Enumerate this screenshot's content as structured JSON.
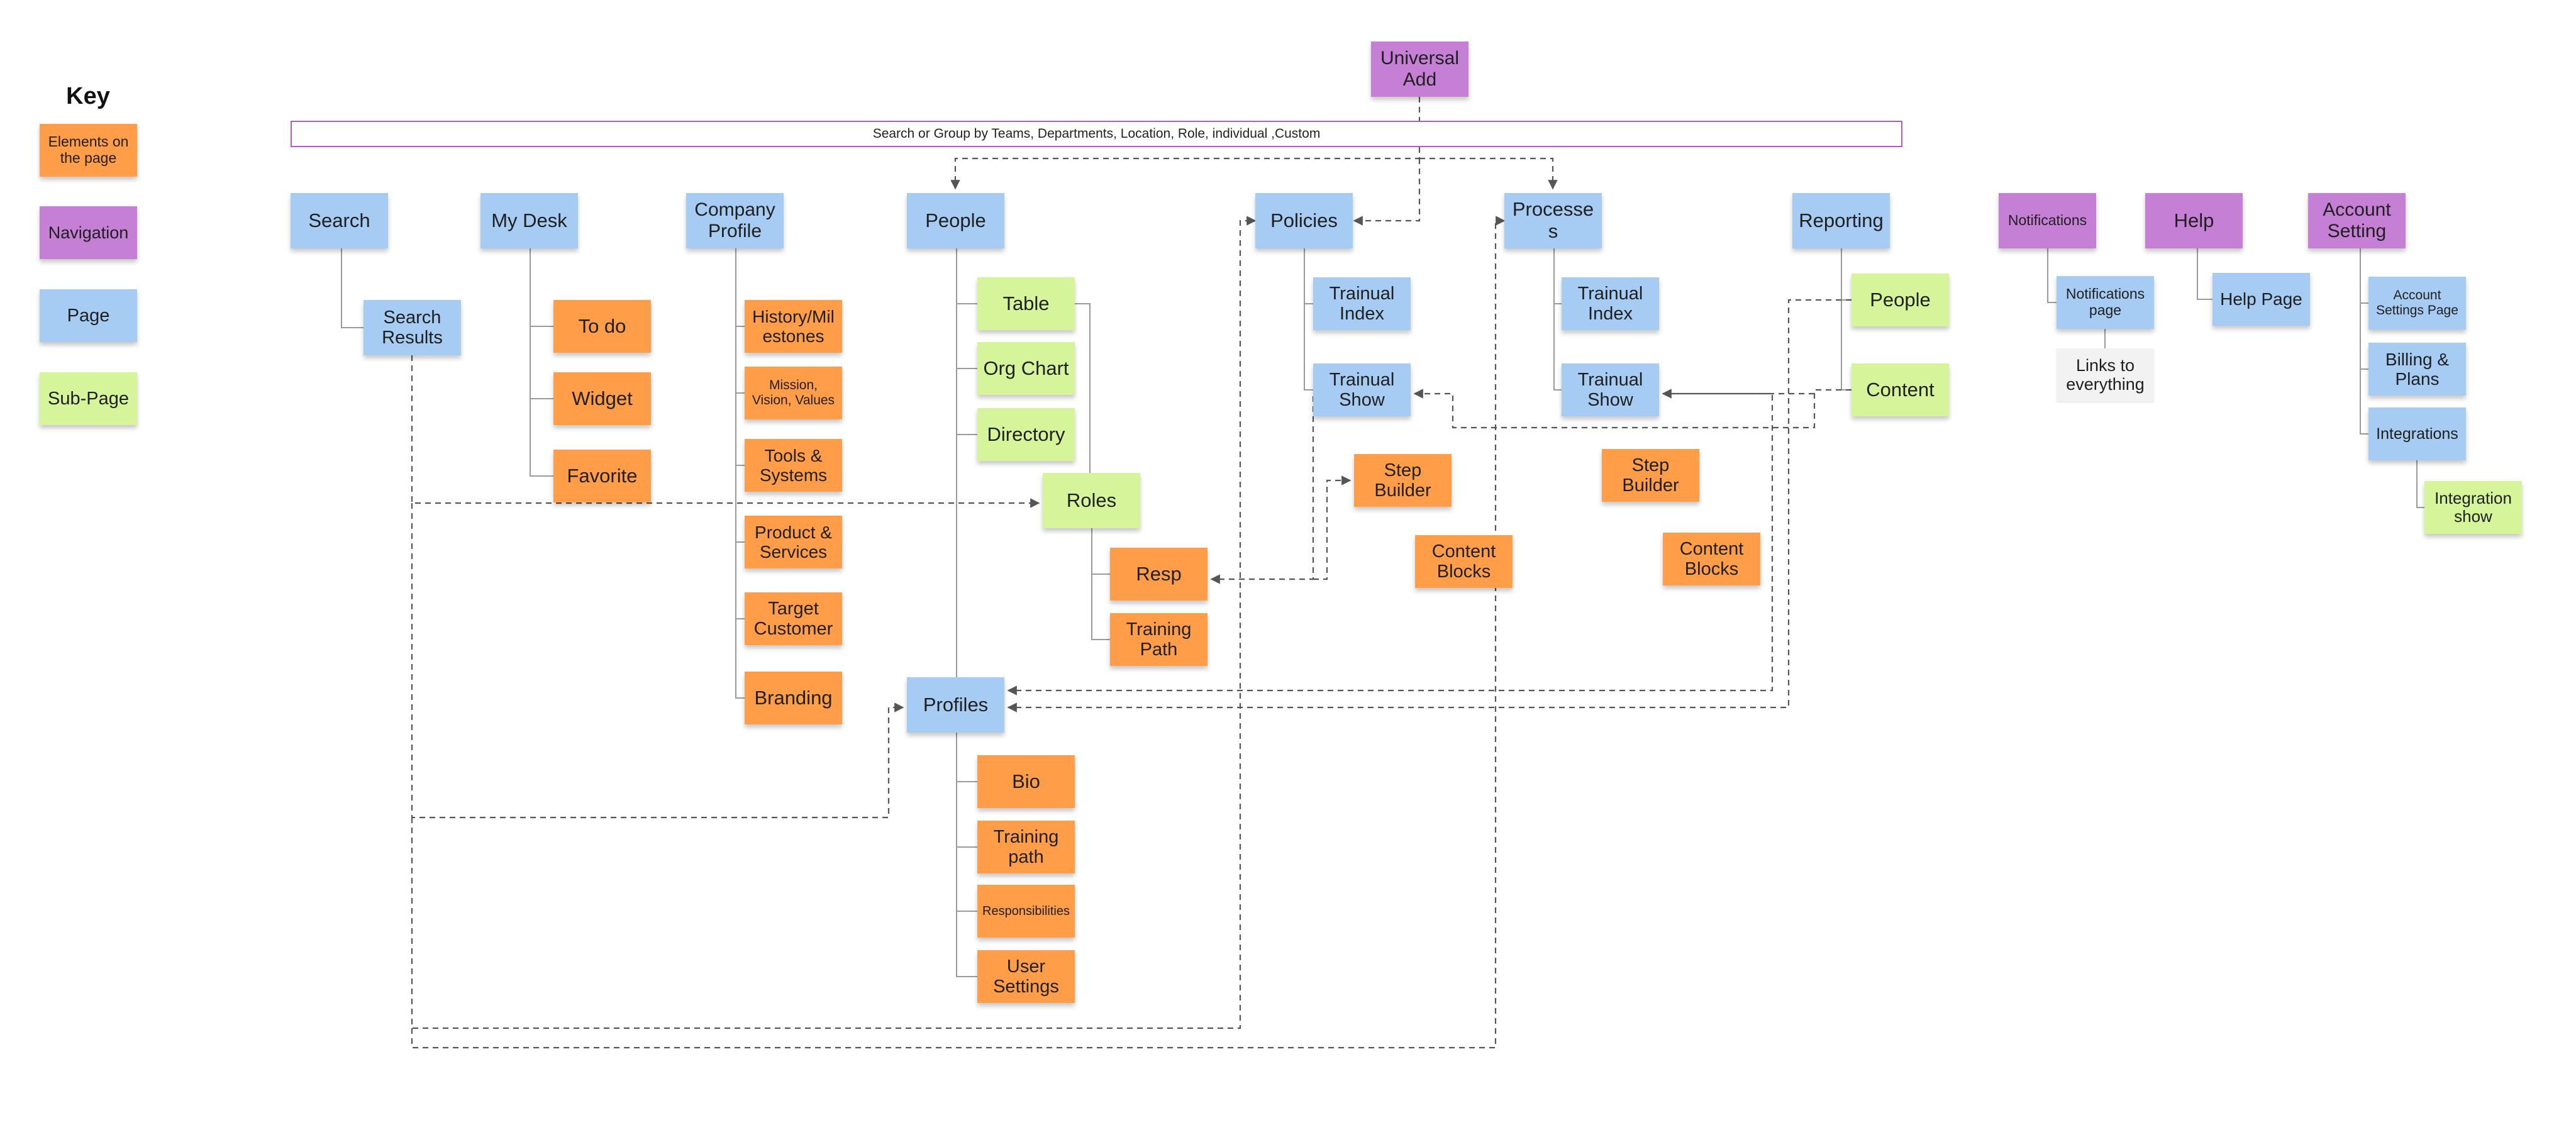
{
  "key": {
    "title": "Key",
    "items": [
      {
        "id": "key-elements",
        "label": "Elements on the page",
        "color": "#ff9d48"
      },
      {
        "id": "key-navigation",
        "label": "Navigation",
        "color": "#c57fd4"
      },
      {
        "id": "key-page",
        "label": "Page",
        "color": "#a6ccf3"
      },
      {
        "id": "key-subpage",
        "label": "Sub-Page",
        "color": "#d6f59a"
      }
    ]
  },
  "search_bar": {
    "label": "Search or Group by Teams, Departments, Location, Role, individual ,Custom"
  },
  "colors": {
    "element": "#ff9d48",
    "navigation": "#c57fd4",
    "page": "#a6ccf3",
    "subpage": "#d6f59a",
    "note": "#f2f2f2",
    "line": "#555555"
  },
  "nodes": [
    {
      "id": "universal-add",
      "label": "Universal Add",
      "type": "navigation"
    },
    {
      "id": "search",
      "label": "Search",
      "type": "page"
    },
    {
      "id": "search-results",
      "label": "Search Results",
      "type": "page"
    },
    {
      "id": "my-desk",
      "label": "My Desk",
      "type": "page"
    },
    {
      "id": "todo",
      "label": "To do",
      "type": "element"
    },
    {
      "id": "widget",
      "label": "Widget",
      "type": "element"
    },
    {
      "id": "favorite",
      "label": "Favorite",
      "type": "element"
    },
    {
      "id": "company-profile",
      "label": "Company Profile",
      "type": "page"
    },
    {
      "id": "history",
      "label": "History/Milestones",
      "type": "element"
    },
    {
      "id": "mission",
      "label": "Mission, Vision, Values",
      "type": "element"
    },
    {
      "id": "tools",
      "label": "Tools & Systems",
      "type": "element"
    },
    {
      "id": "product",
      "label": "Product & Services",
      "type": "element"
    },
    {
      "id": "target",
      "label": "Target Customer",
      "type": "element"
    },
    {
      "id": "branding",
      "label": "Branding",
      "type": "element"
    },
    {
      "id": "people",
      "label": "People",
      "type": "page"
    },
    {
      "id": "table",
      "label": "Table",
      "type": "subpage"
    },
    {
      "id": "org-chart",
      "label": "Org Chart",
      "type": "subpage"
    },
    {
      "id": "directory",
      "label": "Directory",
      "type": "subpage"
    },
    {
      "id": "roles",
      "label": "Roles",
      "type": "subpage"
    },
    {
      "id": "resp",
      "label": "Resp",
      "type": "element"
    },
    {
      "id": "training-path-roles",
      "label": "Training Path",
      "type": "element"
    },
    {
      "id": "profiles",
      "label": "Profiles",
      "type": "page"
    },
    {
      "id": "bio",
      "label": "Bio",
      "type": "element"
    },
    {
      "id": "training-path-profiles",
      "label": "Training path",
      "type": "element"
    },
    {
      "id": "responsibilities",
      "label": "Responsibilities",
      "type": "element"
    },
    {
      "id": "user-settings",
      "label": "User Settings",
      "type": "element"
    },
    {
      "id": "policies",
      "label": "Policies",
      "type": "page"
    },
    {
      "id": "pol-trainual-index",
      "label": "Trainual Index",
      "type": "page"
    },
    {
      "id": "pol-trainual-show",
      "label": "Trainual Show",
      "type": "page"
    },
    {
      "id": "pol-step-builder",
      "label": "Step Builder",
      "type": "element"
    },
    {
      "id": "pol-content-blocks",
      "label": "Content Blocks",
      "type": "element"
    },
    {
      "id": "processes",
      "label": "Processes",
      "type": "page"
    },
    {
      "id": "proc-trainual-index",
      "label": "Trainual Index",
      "type": "page"
    },
    {
      "id": "proc-trainual-show",
      "label": "Trainual Show",
      "type": "page"
    },
    {
      "id": "proc-step-builder",
      "label": "Step Builder",
      "type": "element"
    },
    {
      "id": "proc-content-blocks",
      "label": "Content Blocks",
      "type": "element"
    },
    {
      "id": "reporting",
      "label": "Reporting",
      "type": "page"
    },
    {
      "id": "rep-people",
      "label": "People",
      "type": "subpage"
    },
    {
      "id": "rep-content",
      "label": "Content",
      "type": "subpage"
    },
    {
      "id": "notifications",
      "label": "Notifications",
      "type": "navigation"
    },
    {
      "id": "notifications-page",
      "label": "Notifications page",
      "type": "page"
    },
    {
      "id": "links-to-everything",
      "label": "Links to everything",
      "type": "note"
    },
    {
      "id": "help",
      "label": "Help",
      "type": "navigation"
    },
    {
      "id": "help-page",
      "label": "Help Page",
      "type": "page"
    },
    {
      "id": "account-setting",
      "label": "Account Setting",
      "type": "navigation"
    },
    {
      "id": "account-settings-page",
      "label": "Account Settings Page",
      "type": "page"
    },
    {
      "id": "billing-plans",
      "label": "Billing & Plans",
      "type": "page"
    },
    {
      "id": "integrations",
      "label": "Integrations",
      "type": "page"
    },
    {
      "id": "integration-show",
      "label": "Integration show",
      "type": "subpage"
    }
  ],
  "edges": [
    {
      "from": "search",
      "to": "search-results",
      "style": "solid"
    },
    {
      "from": "my-desk",
      "to": "todo",
      "style": "solid"
    },
    {
      "from": "my-desk",
      "to": "widget",
      "style": "solid"
    },
    {
      "from": "my-desk",
      "to": "favorite",
      "style": "solid"
    },
    {
      "from": "company-profile",
      "to": "history",
      "style": "solid"
    },
    {
      "from": "company-profile",
      "to": "mission",
      "style": "solid"
    },
    {
      "from": "company-profile",
      "to": "tools",
      "style": "solid"
    },
    {
      "from": "company-profile",
      "to": "product",
      "style": "solid"
    },
    {
      "from": "company-profile",
      "to": "target",
      "style": "solid"
    },
    {
      "from": "company-profile",
      "to": "branding",
      "style": "solid"
    },
    {
      "from": "people",
      "to": "table",
      "style": "solid"
    },
    {
      "from": "people",
      "to": "org-chart",
      "style": "solid"
    },
    {
      "from": "people",
      "to": "directory",
      "style": "solid"
    },
    {
      "from": "people",
      "to": "profiles",
      "style": "solid"
    },
    {
      "from": "table",
      "to": "roles",
      "style": "solid"
    },
    {
      "from": "roles",
      "to": "resp",
      "style": "solid"
    },
    {
      "from": "roles",
      "to": "training-path-roles",
      "style": "solid"
    },
    {
      "from": "profiles",
      "to": "bio",
      "style": "solid"
    },
    {
      "from": "profiles",
      "to": "training-path-profiles",
      "style": "solid"
    },
    {
      "from": "profiles",
      "to": "responsibilities",
      "style": "solid"
    },
    {
      "from": "profiles",
      "to": "user-settings",
      "style": "solid"
    },
    {
      "from": "policies",
      "to": "pol-trainual-index",
      "style": "solid"
    },
    {
      "from": "policies",
      "to": "pol-trainual-show",
      "style": "solid"
    },
    {
      "from": "processes",
      "to": "proc-trainual-index",
      "style": "solid"
    },
    {
      "from": "processes",
      "to": "proc-trainual-show",
      "style": "solid"
    },
    {
      "from": "reporting",
      "to": "rep-people",
      "style": "solid"
    },
    {
      "from": "reporting",
      "to": "rep-content",
      "style": "solid"
    },
    {
      "from": "notifications",
      "to": "notifications-page",
      "style": "solid"
    },
    {
      "from": "notifications-page",
      "to": "links-to-everything",
      "style": "solid"
    },
    {
      "from": "help",
      "to": "help-page",
      "style": "solid"
    },
    {
      "from": "account-setting",
      "to": "account-settings-page",
      "style": "solid"
    },
    {
      "from": "account-setting",
      "to": "billing-plans",
      "style": "solid"
    },
    {
      "from": "account-setting",
      "to": "integrations",
      "style": "solid"
    },
    {
      "from": "integrations",
      "to": "integration-show",
      "style": "solid"
    },
    {
      "from": "universal-add",
      "to": "people",
      "style": "dashed"
    },
    {
      "from": "universal-add",
      "to": "processes",
      "style": "dashed"
    },
    {
      "from": "universal-add",
      "to": "policies",
      "style": "dashed"
    },
    {
      "from": "search-results",
      "to": "roles",
      "style": "dashed"
    },
    {
      "from": "search-results",
      "to": "profiles",
      "style": "dashed"
    },
    {
      "from": "search-results",
      "to": "pol-trainual-show",
      "style": "dashed"
    },
    {
      "from": "search-results",
      "to": "proc-trainual-show",
      "style": "dashed"
    },
    {
      "from": "pol-trainual-show",
      "to": "resp",
      "style": "dashed"
    },
    {
      "from": "pol-trainual-show",
      "to": "pol-step-builder",
      "style": "dashed"
    },
    {
      "from": "rep-people",
      "to": "profiles",
      "style": "dashed"
    },
    {
      "from": "rep-content",
      "to": "pol-trainual-show",
      "style": "dashed"
    },
    {
      "from": "rep-content",
      "to": "proc-trainual-show",
      "style": "dashed"
    },
    {
      "from": "proc-trainual-show",
      "to": "profiles",
      "style": "dashed"
    }
  ]
}
